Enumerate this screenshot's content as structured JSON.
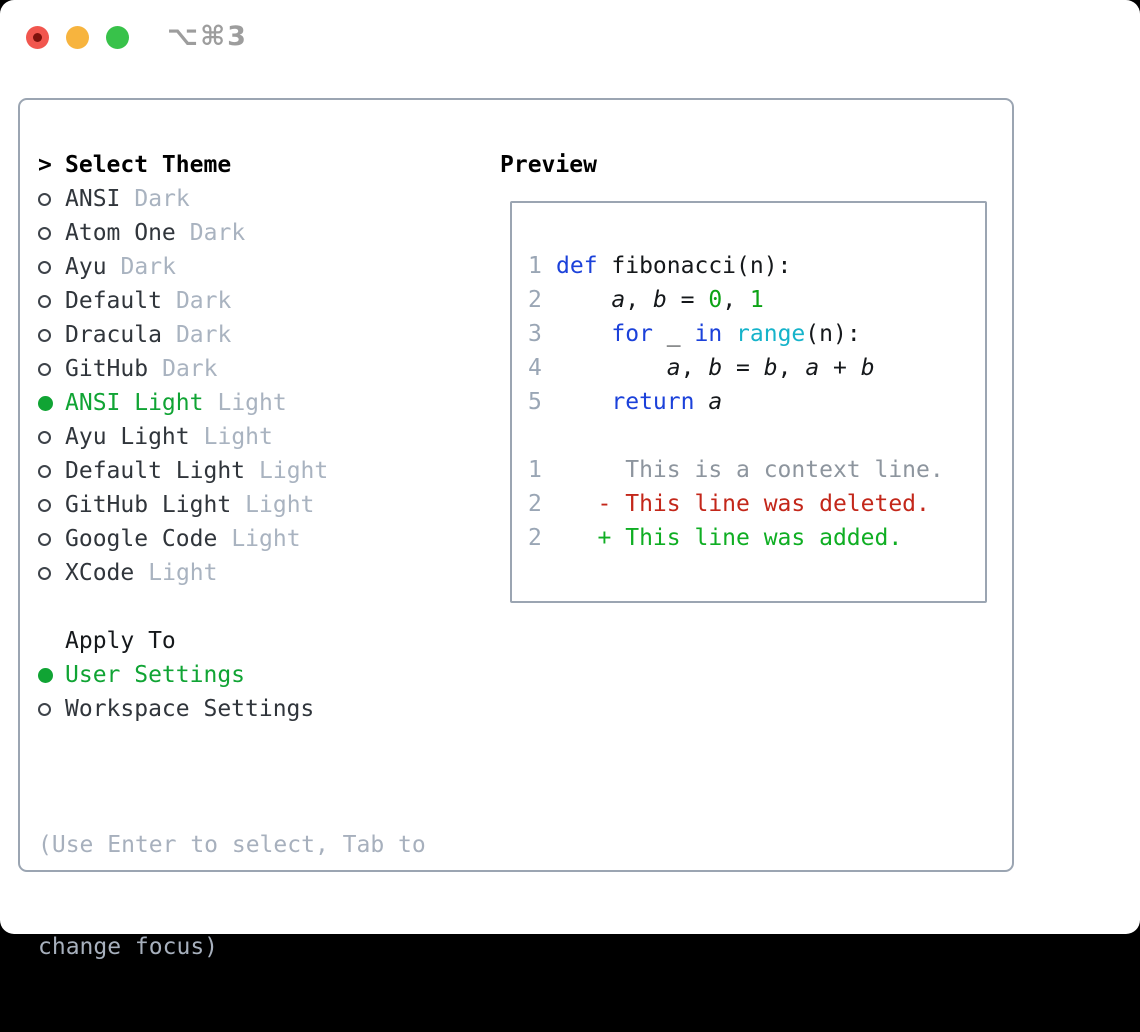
{
  "window": {
    "title": "⌥⌘3"
  },
  "theme_panel": {
    "prompt": ">",
    "header": "Select Theme",
    "items": [
      {
        "name": "ANSI",
        "variant": "Dark",
        "selected": false
      },
      {
        "name": "Atom One",
        "variant": "Dark",
        "selected": false
      },
      {
        "name": "Ayu",
        "variant": "Dark",
        "selected": false
      },
      {
        "name": "Default",
        "variant": "Dark",
        "selected": false
      },
      {
        "name": "Dracula",
        "variant": "Dark",
        "selected": false
      },
      {
        "name": "GitHub",
        "variant": "Dark",
        "selected": false
      },
      {
        "name": "ANSI Light",
        "variant": "Light",
        "selected": true
      },
      {
        "name": "Ayu Light",
        "variant": "Light",
        "selected": false
      },
      {
        "name": "Default Light",
        "variant": "Light",
        "selected": false
      },
      {
        "name": "GitHub Light",
        "variant": "Light",
        "selected": false
      },
      {
        "name": "Google Code",
        "variant": "Light",
        "selected": false
      },
      {
        "name": "XCode",
        "variant": "Light",
        "selected": false
      }
    ]
  },
  "apply_to": {
    "header": "Apply To",
    "options": [
      {
        "label": "User Settings",
        "selected": true
      },
      {
        "label": "Workspace Settings",
        "selected": false
      }
    ]
  },
  "help": {
    "line1": "(Use Enter to select, Tab to",
    "line2": "change focus)"
  },
  "preview": {
    "header": "Preview",
    "code_lines": [
      {
        "num": "1",
        "segments": [
          {
            "t": "def",
            "c": "kw"
          },
          {
            "t": " fibonacci(n):",
            "c": "plain"
          }
        ]
      },
      {
        "num": "2",
        "segments": [
          {
            "t": "    ",
            "c": "plain"
          },
          {
            "t": "a",
            "c": "var"
          },
          {
            "t": ", ",
            "c": "plain"
          },
          {
            "t": "b",
            "c": "var"
          },
          {
            "t": " = ",
            "c": "plain"
          },
          {
            "t": "0",
            "c": "numlit"
          },
          {
            "t": ", ",
            "c": "plain"
          },
          {
            "t": "1",
            "c": "numlit"
          }
        ]
      },
      {
        "num": "3",
        "segments": [
          {
            "t": "    ",
            "c": "plain"
          },
          {
            "t": "for",
            "c": "kw"
          },
          {
            "t": " _ ",
            "c": "plain"
          },
          {
            "t": "in",
            "c": "kw"
          },
          {
            "t": " ",
            "c": "plain"
          },
          {
            "t": "range",
            "c": "builtin"
          },
          {
            "t": "(n):",
            "c": "plain"
          }
        ]
      },
      {
        "num": "4",
        "segments": [
          {
            "t": "        ",
            "c": "plain"
          },
          {
            "t": "a",
            "c": "var"
          },
          {
            "t": ", ",
            "c": "plain"
          },
          {
            "t": "b",
            "c": "var"
          },
          {
            "t": " = ",
            "c": "plain"
          },
          {
            "t": "b",
            "c": "var"
          },
          {
            "t": ", ",
            "c": "plain"
          },
          {
            "t": "a",
            "c": "var"
          },
          {
            "t": " + ",
            "c": "plain"
          },
          {
            "t": "b",
            "c": "var"
          }
        ]
      },
      {
        "num": "5",
        "segments": [
          {
            "t": "    ",
            "c": "plain"
          },
          {
            "t": "return",
            "c": "kw"
          },
          {
            "t": " ",
            "c": "plain"
          },
          {
            "t": "a",
            "c": "var"
          }
        ]
      }
    ],
    "diff_lines": [
      {
        "num": "1",
        "segments": [
          {
            "t": "     This is a context line.",
            "c": "context"
          }
        ]
      },
      {
        "num": "2",
        "segments": [
          {
            "t": "   - This line was deleted.",
            "c": "del"
          }
        ]
      },
      {
        "num": "2",
        "segments": [
          {
            "t": "   + This line was added.",
            "c": "add"
          }
        ]
      }
    ]
  },
  "colors": {
    "selection_green": "#10a434",
    "keyword_blue": "#1b41da",
    "builtin_cyan": "#15b3ca",
    "number_green": "#0ca315",
    "added_green": "#0fae23",
    "deleted_red": "#c3271a",
    "muted_gray": "#a9b3c0",
    "line_number_gray": "#9aa6b5",
    "border_gray": "#9ba5b2",
    "traffic_red": "#f1564e",
    "traffic_yellow": "#f7b43e",
    "traffic_green": "#38c24a"
  }
}
